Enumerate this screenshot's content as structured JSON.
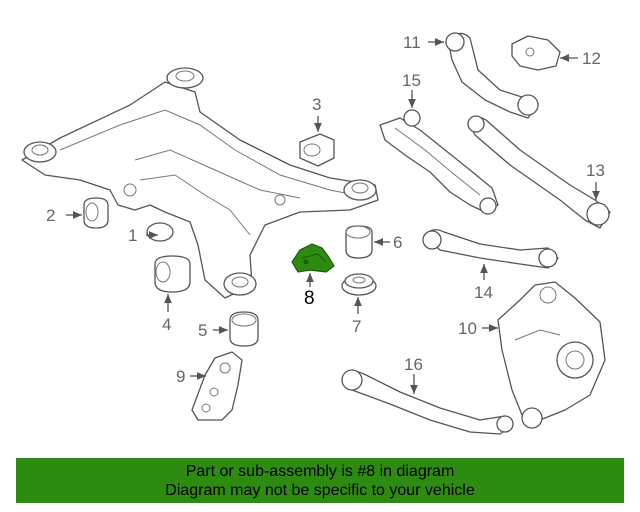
{
  "callouts": {
    "c1": "1",
    "c2": "2",
    "c3": "3",
    "c4": "4",
    "c5": "5",
    "c6": "6",
    "c7": "7",
    "c8": "8",
    "c9": "9",
    "c10": "10",
    "c11": "11",
    "c12": "12",
    "c13": "13",
    "c14": "14",
    "c15": "15",
    "c16": "16"
  },
  "highlight_color": "#2e8b12",
  "banner": {
    "line1": "Part or sub-assembly is #8 in diagram",
    "line2": "Diagram may not be specific to your vehicle"
  }
}
